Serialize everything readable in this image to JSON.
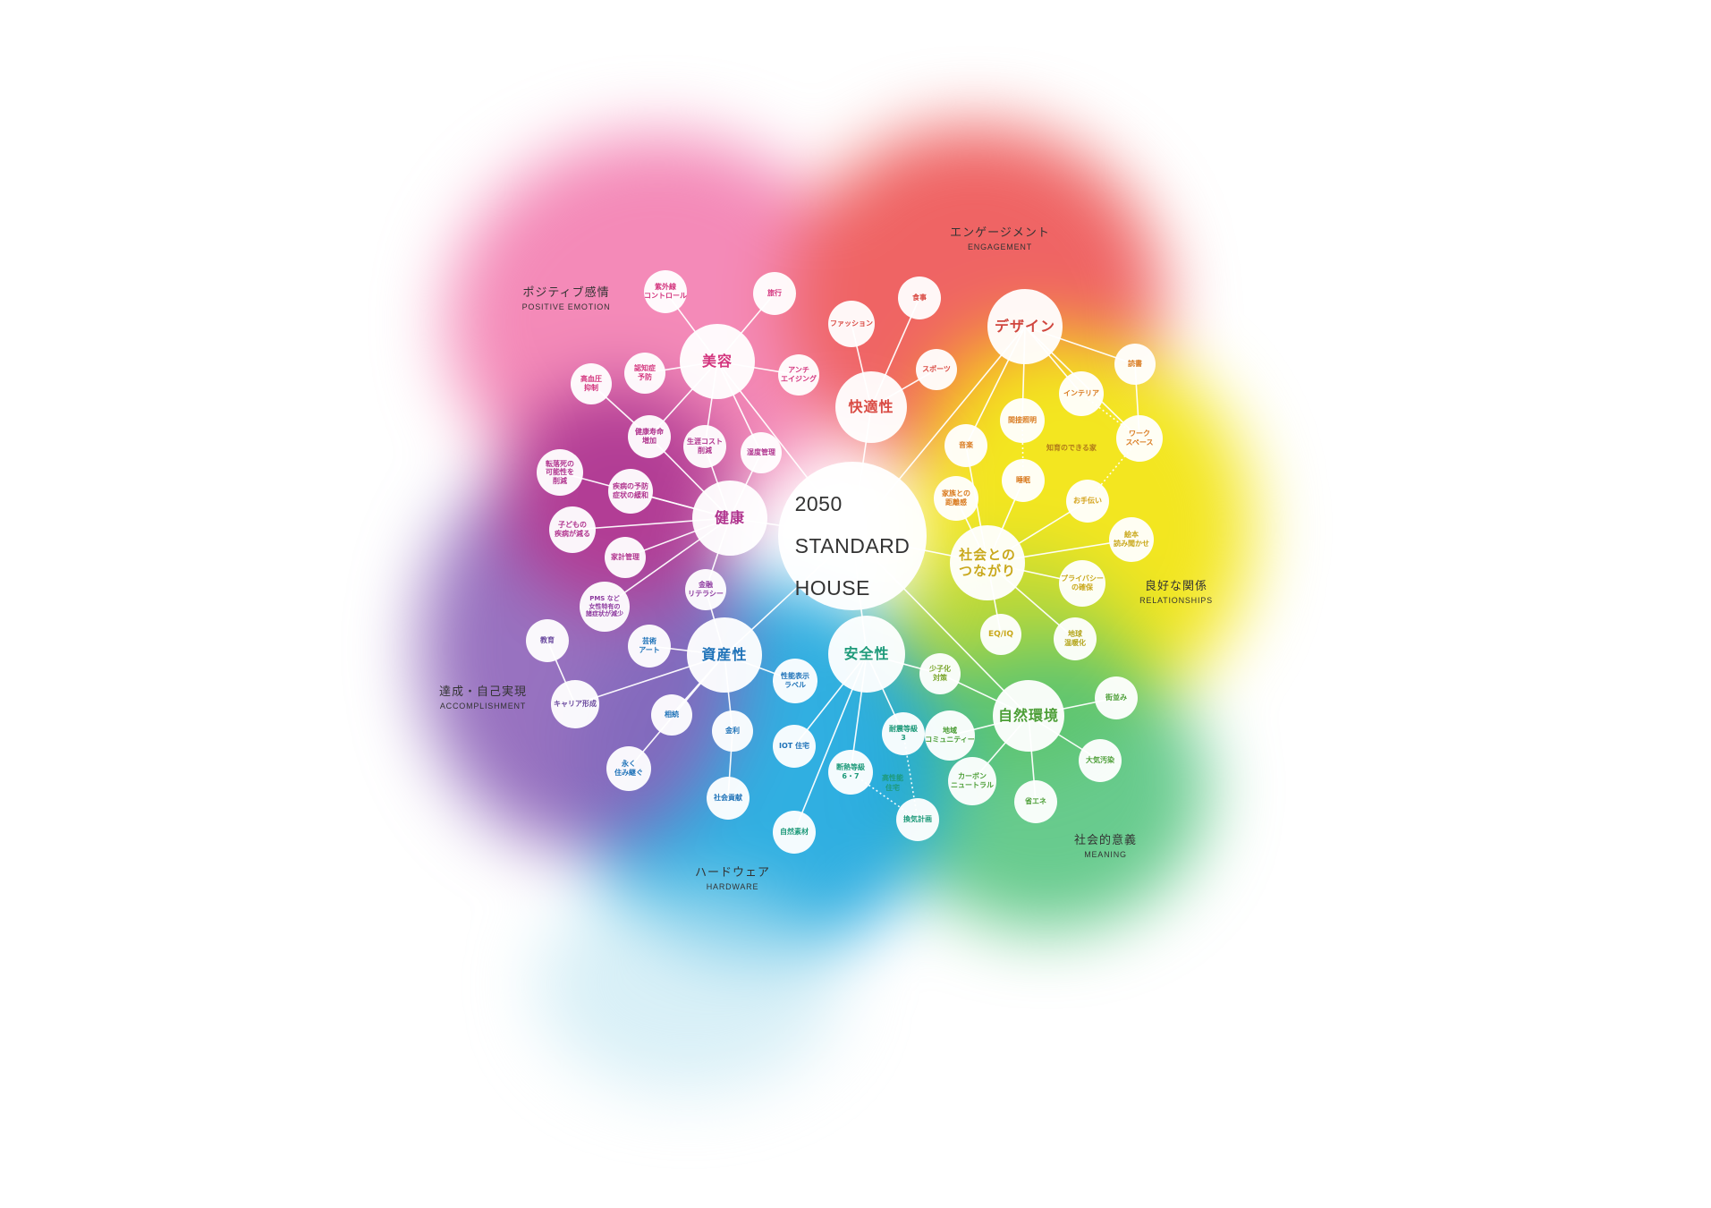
{
  "center": {
    "lines": [
      "2050",
      "STANDARD",
      "HOUSE"
    ]
  },
  "categories": [
    {
      "id": "positive",
      "jp": "ポジティブ感情",
      "en": "POSITIVE EMOTION",
      "color": "#f27fb0"
    },
    {
      "id": "engagement",
      "jp": "エンゲージメント",
      "en": "ENGAGEMENT",
      "color": "#ef5b5b"
    },
    {
      "id": "relationships",
      "jp": "良好な関係",
      "en": "RELATIONSHIPS",
      "color": "#f5e100"
    },
    {
      "id": "meaning",
      "jp": "社会的意義",
      "en": "MEANING",
      "color": "#3bbf6e"
    },
    {
      "id": "hardware",
      "jp": "ハードウェア",
      "en": "HARDWARE",
      "color": "#17a4dc"
    },
    {
      "id": "accomplishment",
      "jp": "達成・自己実現",
      "en": "ACCOMPLISHMENT",
      "color": "#8a5bb5"
    }
  ],
  "colors": {
    "beauty": "#d3357e",
    "health": "#b0348e",
    "comfort": "#d94a43",
    "design": "#d0463e",
    "social": "#c9a81c",
    "nature": "#4c9e36",
    "safety": "#1e9a7a",
    "asset": "#1e72b8",
    "accent_orange": "#d97a1f"
  },
  "main_nodes": {
    "beauty": "美容",
    "comfort": "快適性",
    "design": "デザイン",
    "health": "健康",
    "social": "社会との\nつながり",
    "asset": "資産性",
    "safety": "安全性",
    "nature": "自然環境"
  },
  "sub_nodes": {
    "b1": "紫外線\nコントロール",
    "b2": "旅行",
    "b3": "アンチ\nエイジング",
    "b4": "認知症\n予防",
    "b5": "高血圧\n抑制",
    "b6": "健康寿命\n増加",
    "b7": "生涯コスト\n削減",
    "b8": "湿度管理",
    "h1": "転落死の\n可能性を\n削減",
    "h2": "疾病の予防\n症状の緩和",
    "h3": "子どもの\n疾病が減る",
    "h4": "家計管理",
    "h5": "PMS など\n女性特有の\n諸症状が減少",
    "h6": "金融\nリテラシー",
    "c1": "ファッション",
    "c2": "食事",
    "c3": "スポーツ",
    "d1": "読書",
    "d2": "インテリア",
    "d3": "間接照明",
    "d4": "ワーク\nスペース",
    "s1": "音楽",
    "s2": "睡眠",
    "s3": "家族との\n距離感",
    "s4": "お手伝い",
    "s5": "絵本\n読み聞かせ",
    "s6": "プライバシー\nの確保",
    "s7": "EQ/IQ",
    "s8": "地球\n温暖化",
    "a1": "教育",
    "a2": "芸術\nアート",
    "a3": "キャリア形成",
    "a4": "相続",
    "a5": "金利",
    "a6": "永く\n住み継ぐ",
    "a7": "社会貢献",
    "a8": "性能表示\nラベル",
    "sf1": "IOT 住宅",
    "sf2": "耐震等級\n3",
    "sf3": "断熱等級\n6・7",
    "sf4": "自然素材",
    "sf5": "換気計画",
    "n1": "少子化\n対策",
    "n2": "地域\nコミュニティー",
    "n3": "街並み",
    "n4": "大気汚染",
    "n5": "カーボン\nニュートラル",
    "n6": "省エネ"
  },
  "free_labels": {
    "study_home": "知育のできる家",
    "high_perf": "高性能\n住宅"
  }
}
